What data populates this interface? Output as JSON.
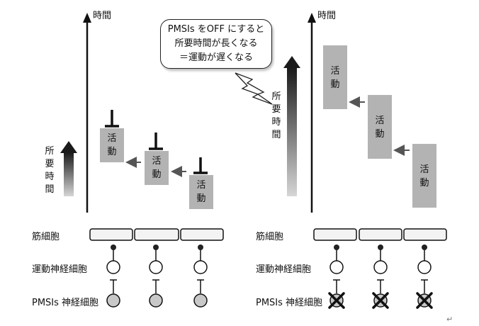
{
  "left_panel": {
    "axis_label": "時間",
    "time_label_chars": [
      "所",
      "要",
      "時",
      "間"
    ],
    "activity_label_chars": [
      "活",
      "動"
    ]
  },
  "right_panel": {
    "axis_label": "時間",
    "time_label_chars": [
      "所",
      "要",
      "時",
      "間"
    ],
    "activity_label_chars": [
      "活",
      "動"
    ]
  },
  "callout": {
    "lines": [
      "PMSIs をOFF にすると",
      "所要時間が長くなる",
      "＝運動が遅くなる"
    ]
  },
  "rows": {
    "muscle": "筋細胞",
    "motor": "運動神経細胞",
    "pmsi": "PMSIs 神経細胞"
  },
  "colors": {
    "activity_box": "#b3b3b3",
    "pmsi_cell": "#c8c8c8",
    "axis": "#111111"
  },
  "paragraph_mark": "↵"
}
